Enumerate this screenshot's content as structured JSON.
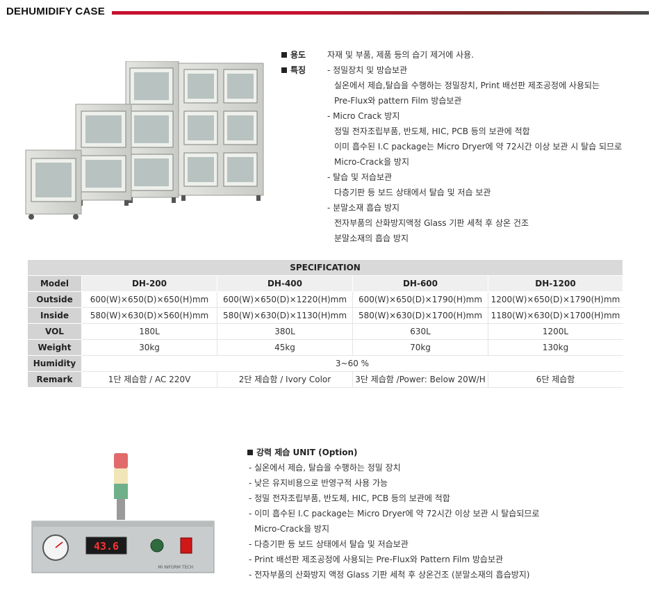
{
  "title": "DEHUMIDIFY CASE",
  "features": {
    "use_label": "용도",
    "use_value": "자재 및 부품, 제품 등의 습기 제거에 사용.",
    "feature_label": "특징",
    "lines": [
      {
        "type": "item",
        "text": "- 정밀장치 및 방습보관"
      },
      {
        "type": "sub",
        "text": "실온에서 제습,탈습을 수행하는 정밀장치, Print 배선판 제조공정에 사용되는"
      },
      {
        "type": "sub",
        "text": "Pre-Flux와 pattern Film 방습보관"
      },
      {
        "type": "item",
        "text": "-  Micro Crack 방지"
      },
      {
        "type": "sub",
        "text": "정밀 전자조립부품, 반도체, HIC, PCB 등의 보관에 적합"
      },
      {
        "type": "sub",
        "text": "이미 흡수된 I.C package는 Micro Dryer에 약 72시간 이상 보관 시 탈습 되므로"
      },
      {
        "type": "sub",
        "text": "Micro-Crack을 방지"
      },
      {
        "type": "item",
        "text": "- 탈습 및 저습보관"
      },
      {
        "type": "sub",
        "text": "다층기판 등 보드 상태에서 탈습 및 저습 보관"
      },
      {
        "type": "item",
        "text": "- 분말소재 흡습 방지"
      },
      {
        "type": "sub",
        "text": "전자부품의 산화방지액정 Glass 기판 세척 후 상온 건조"
      },
      {
        "type": "sub",
        "text": "분말소재의 흡습 방지"
      }
    ]
  },
  "spec": {
    "heading": "SPECIFICATION",
    "model_label": "Model",
    "models": [
      "DH-200",
      "DH-400",
      "DH-600",
      "DH-1200"
    ],
    "rows": [
      {
        "label": "Outside",
        "values": [
          "600(W)×650(D)×650(H)mm",
          "600(W)×650(D)×1220(H)mm",
          "600(W)×650(D)×1790(H)mm",
          "1200(W)×650(D)×1790(H)mm"
        ]
      },
      {
        "label": "Inside",
        "values": [
          "580(W)×630(D)×560(H)mm",
          "580(W)×630(D)×1130(H)mm",
          "580(W)×630(D)×1700(H)mm",
          "1180(W)×630(D)×1700(H)mm"
        ]
      },
      {
        "label": "VOL",
        "values": [
          "180L",
          "380L",
          "630L",
          "1200L"
        ]
      },
      {
        "label": "Weight",
        "values": [
          "30kg",
          "45kg",
          "70kg",
          "130kg"
        ]
      }
    ],
    "humidity_label": "Humidity",
    "humidity_value": "3~60 %",
    "remark_label": "Remark",
    "remarks": [
      "1단 제습함 / AC 220V",
      "2단 제습함 / Ivory Color",
      "3단 제습함 /Power: Below 20W/H",
      "6단 제습함"
    ]
  },
  "unit": {
    "title": "강력 제습 UNIT (Option)",
    "lines": [
      {
        "type": "item",
        "text": "- 실온에서 제습, 탈습을 수행하는 정밀 장치"
      },
      {
        "type": "item",
        "text": "- 낮은 유지비용으로 반영구적 사용 가능"
      },
      {
        "type": "item",
        "text": "- 정밀 전자조립부품, 반도체, HIC, PCB 등의 보관에 적합"
      },
      {
        "type": "item",
        "text": "- 이미 흡수된 I.C package는 Micro Dryer에 약 72시간 이상 보관 시 탈습되므로"
      },
      {
        "type": "cont",
        "text": "Micro-Crack을 방지"
      },
      {
        "type": "item",
        "text": "- 다층기판 등 보드 상태에서 탈습 및 저습보관"
      },
      {
        "type": "item",
        "text": "- Print 배선판 제조공정에 사용되는 Pre-Flux와 Pattern Film 방습보관"
      },
      {
        "type": "item",
        "text": "- 전자부품의 산화방지 액정 Glass 기판 세척 후 상온건조 (분말소재의 흡습방지)"
      }
    ],
    "display_value": "43.6",
    "panel_brand": "MI INFORM TECH"
  },
  "colors": {
    "accent": "#c8102e",
    "display": "#e02020",
    "cabinet": "#d6d8d4"
  }
}
